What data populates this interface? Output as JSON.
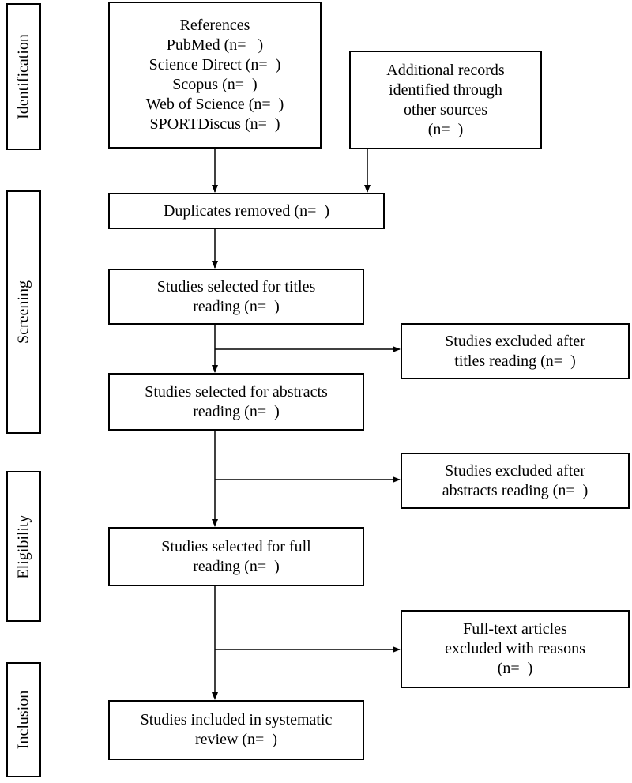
{
  "stages": {
    "identification": "Identification",
    "screening": "Screening",
    "eligibility": "Eligibility",
    "inclusion": "Inclusion"
  },
  "references": {
    "lines": [
      "References",
      "PubMed (n=   )",
      "Science Direct (n=  )",
      "Scopus (n=  )",
      "Web of Science (n=  )",
      "SPORTDiscus (n=  )"
    ]
  },
  "additional": {
    "lines": [
      "Additional records",
      "identified through",
      "other sources",
      "(n=  )"
    ]
  },
  "duplicates": {
    "lines": [
      "Duplicates removed (n=  )"
    ]
  },
  "titles_selected": {
    "lines": [
      "Studies selected for titles",
      "reading (n=  )"
    ]
  },
  "titles_excluded": {
    "lines": [
      "Studies excluded after",
      "titles reading (n=  )"
    ]
  },
  "abstracts_selected": {
    "lines": [
      "Studies selected for abstracts",
      "reading (n=  )"
    ]
  },
  "abstracts_excluded": {
    "lines": [
      "Studies excluded after",
      "abstracts reading (n=  )"
    ]
  },
  "full_selected": {
    "lines": [
      "Studies selected for full",
      "reading (n=  )"
    ]
  },
  "full_excluded": {
    "lines": [
      "Full-text articles",
      "excluded with reasons",
      "(n=  )"
    ]
  },
  "included": {
    "lines": [
      "Studies included in systematic",
      "review (n=  )"
    ]
  }
}
